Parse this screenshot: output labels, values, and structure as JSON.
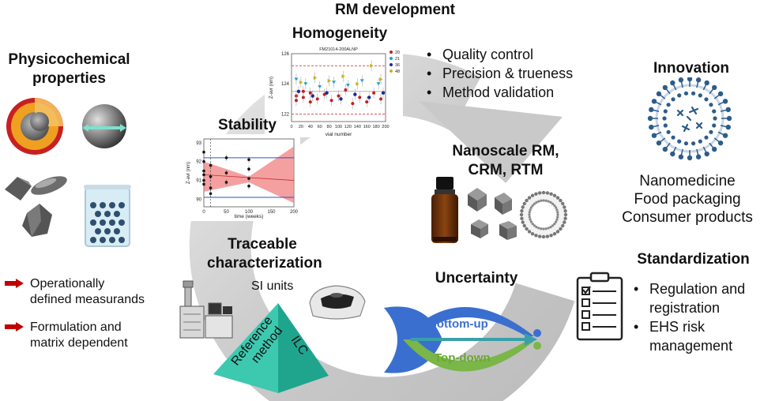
{
  "title": "RM development",
  "left": {
    "heading_line1": "Physicochemical",
    "heading_line2": "properties",
    "points": [
      {
        "line1": "Operationally",
        "line2": "defined measurands"
      },
      {
        "line1": "Formulation and",
        "line2": "matrix dependent"
      }
    ],
    "arrow_color": "#c00000"
  },
  "cycle": {
    "homogeneity": "Homogeneity",
    "stability": "Stability",
    "traceable_line1": "Traceable",
    "traceable_line2": "characterization",
    "si_units": "SI units",
    "reference_line1": "Reference",
    "reference_line2": "method",
    "ilc": "ILC",
    "nanoscale_line1": "Nanoscale RM,",
    "nanoscale_line2": "CRM, RTM",
    "uncertainty": "Uncertainty",
    "bottom_up": "Bottom-up",
    "top_down": "Top-down",
    "bottom_up_color": "#3a6fcf",
    "top_down_color": "#7ab648",
    "triangle_color": "#2bb5a0"
  },
  "quality_bullets": [
    "Quality control",
    "Precision & trueness",
    "Method validation"
  ],
  "innovation": {
    "heading": "Innovation",
    "items": [
      "Nanomedicine",
      "Food packaging",
      "Consumer products"
    ]
  },
  "standardization": {
    "heading": "Standardization",
    "item1_line1": "Regulation and",
    "item1_line2": "registration",
    "item2_line1": "EHS risk",
    "item2_line2": "management"
  },
  "homogeneity_chart": {
    "title": "FM21014-200ALNP",
    "ylabel": "Z-avr (nm)",
    "xlabel": "vial number",
    "yticks": [
      "126",
      "124",
      "122"
    ],
    "xticks": [
      "0",
      "20",
      "40",
      "60",
      "80",
      "100",
      "120",
      "140",
      "160",
      "180",
      "200"
    ],
    "legend": [
      "20",
      "21",
      "36",
      "48"
    ]
  },
  "stability_chart": {
    "ylabel": "Z-avr (nm)",
    "xlabel": "time (weeks)",
    "yticks": [
      "93",
      "92",
      "91",
      "90"
    ],
    "xticks": [
      "0",
      "50",
      "100",
      "150",
      "200"
    ]
  },
  "chart_data": [
    {
      "type": "scatter",
      "title": "FM21014-200ALNP",
      "xlabel": "vial number",
      "ylabel": "Z-avr (nm)",
      "xlim": [
        0,
        200
      ],
      "ylim": [
        121.5,
        126
      ],
      "series": [
        {
          "name": "20",
          "points": [
            [
              10,
              123.2
            ],
            [
              10,
              122.9
            ],
            [
              25,
              123.1
            ],
            [
              25,
              123.5
            ],
            [
              40,
              123.4
            ],
            [
              40,
              122.8
            ],
            [
              55,
              123.0
            ],
            [
              70,
              123.3
            ],
            [
              85,
              122.9
            ],
            [
              100,
              123.2
            ],
            [
              115,
              123.6
            ],
            [
              130,
              122.7
            ],
            [
              145,
              123.1
            ],
            [
              160,
              122.8
            ],
            [
              175,
              123.4
            ],
            [
              190,
              123.0
            ]
          ]
        },
        {
          "name": "21",
          "points": [
            [
              10,
              124.3
            ],
            [
              30,
              124.0
            ],
            [
              60,
              123.8
            ],
            [
              90,
              124.1
            ],
            [
              120,
              123.9
            ],
            [
              150,
              124.2
            ],
            [
              185,
              124.0
            ]
          ]
        },
        {
          "name": "36",
          "points": [
            [
              15,
              123.5
            ],
            [
              45,
              123.2
            ],
            [
              75,
              123.4
            ],
            [
              105,
              123.0
            ],
            [
              135,
              123.3
            ],
            [
              165,
              123.1
            ],
            [
              195,
              123.4
            ]
          ]
        },
        {
          "name": "48",
          "points": [
            [
              20,
              124.1
            ],
            [
              50,
              124.4
            ],
            [
              80,
              124.2
            ],
            [
              110,
              124.5
            ],
            [
              140,
              124.0
            ],
            [
              170,
              125.2
            ],
            [
              190,
              124.3
            ]
          ]
        }
      ]
    },
    {
      "type": "scatter",
      "xlabel": "time (weeks)",
      "ylabel": "Z-avr (nm)",
      "xlim": [
        0,
        200
      ],
      "ylim": [
        89.6,
        93.2
      ],
      "series": [
        {
          "points": [
            [
              0,
              91.5
            ],
            [
              0,
              91.0
            ],
            [
              0,
              92.5
            ],
            [
              0,
              90.8
            ],
            [
              0,
              92.0
            ],
            [
              0,
              91.3
            ],
            [
              15,
              91.2
            ],
            [
              15,
              90.6
            ],
            [
              15,
              91.8
            ],
            [
              15,
              90.3
            ],
            [
              50,
              91.4
            ],
            [
              50,
              92.2
            ],
            [
              50,
              90.9
            ],
            [
              100,
              91.6
            ],
            [
              100,
              91.1
            ],
            [
              100,
              90.7
            ],
            [
              100,
              92.1
            ]
          ]
        }
      ]
    }
  ]
}
